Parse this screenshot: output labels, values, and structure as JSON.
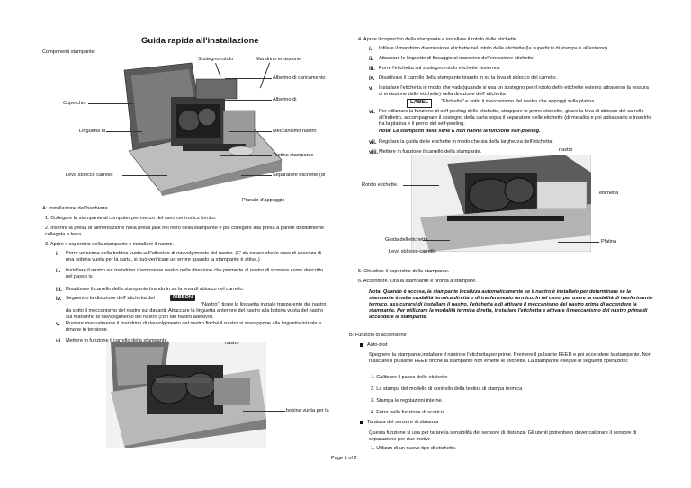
{
  "left": {
    "title": "Guida rapida all'installazione",
    "components_label": "Componenti stampante:",
    "callouts": {
      "sostegno": "Sostegno rotolo",
      "mandrino": "Mandrino emissione",
      "alberino_caricamento": "Alberino di caricamento",
      "alberino_di": "Alberino di",
      "coperchio": "Coperchio",
      "linguetta": "Linguetta di",
      "meccanismo": "Meccanismo nastro",
      "testina": "Testina stampante",
      "leva": "Leva sblocco carrello",
      "separatore": "Separatore etichette (di",
      "pianale": "Pianale d'appoggio",
      "nastro": "nastro",
      "bobina": "bobina vuota per la"
    },
    "section_a": "A: Installazione dell'hardware",
    "steps": [
      "1.  Collegare la stampante al computer per mezzo del cavo centronics fornito.",
      "2.  Inserire la presa di alimentazione nella presa jack nel retro della stampante e poi collegare alla presa a parete debitamente collegata a terra.",
      "3.  Aprire il coperchio della stampante e installare il nastro."
    ],
    "substeps": {
      "i_num": "i.",
      "i": "Porre un'anima della bobina vuota sull'alberino di riavvolgimento del nastro. (E' da notare che in caso di assenza di una bobina vuota per la carta, si può verificare un errore quando la stampante è attiva.)",
      "ii_num": "ii.",
      "ii": "Installare il nastro sul mandrino d'emissione nastro nella direzione che permette al nastro di scorrere come descritto nel passo iv.",
      "iii_num": "iii.",
      "iii": "Disattivare il carrello della stampante tirando in su la leva di sblocco del carrello.",
      "iv_num": "iv.",
      "iv_a": "Seguendo la direzione dell' etichetta del",
      "iv_badge": "RIBBON",
      "iv_b": "\"Nastro\", tirare la linguetta iniziale trasparente del nastro da sotto il meccanismo del nastro sul davanti. Attaccare la linguetta anteriore del nastro alla bobina vuota del nastro sul mandrino di riavvolgimento del nastro (con del nastro adesivo).",
      "v_num": "v.",
      "v": "Ruotare manualmente il mandrino di riavvolgimento del nastro finché il nastro si sovrappone alla linguetta iniziale e rimane in tensione.",
      "vi_num": "vi.",
      "vi": "Mettere in funzione il carrello della stampante."
    }
  },
  "right": {
    "step4": "4.  Aprire il coperchio della stampante e installare il rotolo delle etichette.",
    "items": [
      {
        "num": "i.",
        "text": "Infilare il mandrino di emissione etichette nel rotolo delle etichette (la superficie di stampa è all'esterno)"
      },
      {
        "num": "ii.",
        "text": "Attaccare le linguette di fissaggio al mandrino dell'emissione etichette."
      },
      {
        "num": "iii.",
        "text": "Porre l'etichetta sul sostegno rotolo etichette (esterno)."
      },
      {
        "num": "iv.",
        "text": "Disattivare il carrello della stampante tirando in su la leva di sblocco del carrello."
      }
    ],
    "item_v_num": "v.",
    "item_v_a": "Installare l'etichetta in modo che vada(quando si usa un sostegno per il rotolo delle etichette esterno attraverso la fessura di emissione delle etichette) nella direzione dell' etichetta",
    "item_v_badge": "LABEL",
    "item_v_b": "\"Etichetta\" e sotto il meccanismo del nastro che appoggi sulla platina.",
    "item_vi_num": "vi.",
    "item_vi_a": "Per utilizzare la funzione di self-peeling delle etichette, strappare le prime etichette, girare la leva di sblocco del carrello all'indietro, accompagnare il sostegno della carta sopra il separatore delle etichette (di metallo) e poi abbassarlo e inserirlo fra la platina e il perno del self-peeling.",
    "item_vi_note": "Nota: Le stampanti della serie E non hanno la funzione self-peeling.",
    "item_vii_num": "vii.",
    "item_vii": "Regolare la guida delle etichette in modo che sia della larghezza dell'etichetta.",
    "item_viii_num": "viii.",
    "item_viii": "Mettere in funzione il carrello della stampante.",
    "photo_labels": {
      "nastro": "nastro",
      "rotolo": "Rotolo etichette.",
      "etichetta": "etichetta",
      "guida": "Guida dell'etichetta",
      "leva": "Leva sblocco carrello",
      "platina": "Platina"
    },
    "step5": "5.  Chiudere il coperchio della stampante.",
    "step6": "6.  Accendere. Ora la stampante è pronta a stampare.",
    "nota": "Nota: Quando è accesa, la stampante localizza automaticamente se il nastro è installato per determinare se la stampante è nella modalità termica diretta o di trasferimento termico. In tal caso, per usare la modalità di trasferimento termico, assicurarsi di installare il nastro, l'etichetta e di attivare il meccanismo del nastro prima di accendere la stampante. Per utilizzare la modalità termica diretta, installare l'etichetta e attivare il meccanismo del nastro prima di accendere la stampante.",
    "section_b": "B: Funzioni di accensione",
    "autotest_title": "Auto-test",
    "autotest_text": "Spegnere la stampante,installare il nastro e l'etichetta per prime. Premere il pulsante FEED e poi accendere la stampante. Non rilasciare il pulsante FEED finché la stampante non emette le etichette. La stampante esegue le seguenti operazioni:",
    "autotest_list": [
      "1.  Calibrare il passo delle etichette",
      "2.  La stampa del modello di controllo della testina di stampa termica",
      "3.  Stampa le regolazioni interne.",
      "4.  Entra nella funzione di scarico"
    ],
    "taratura_title": "Taratura del sensore di distanza",
    "taratura_text": "Questa funzione si usa per tarare la sensibilità del sensore di distanza. Gli utenti potrebbero dover calibrare il sensore di separazione per due motivi:",
    "taratura_list": [
      "1.  Utilizzo di un nuovo tipo di etichette."
    ]
  },
  "footer": {
    "page": "Page 1 of 2"
  }
}
